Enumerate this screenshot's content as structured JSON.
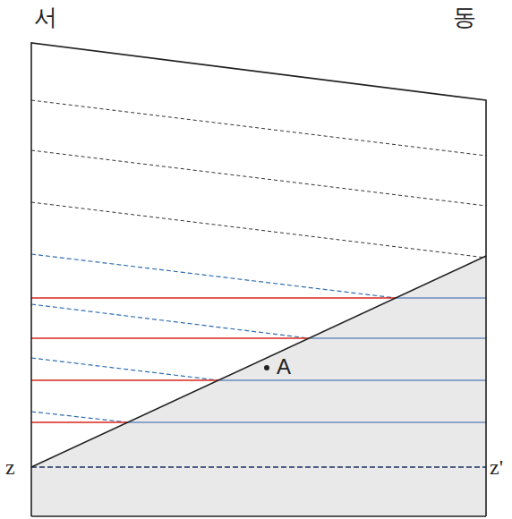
{
  "diagram": {
    "labels": [
      "서",
      "동",
      "A",
      "z",
      "z'"
    ]
  }
}
